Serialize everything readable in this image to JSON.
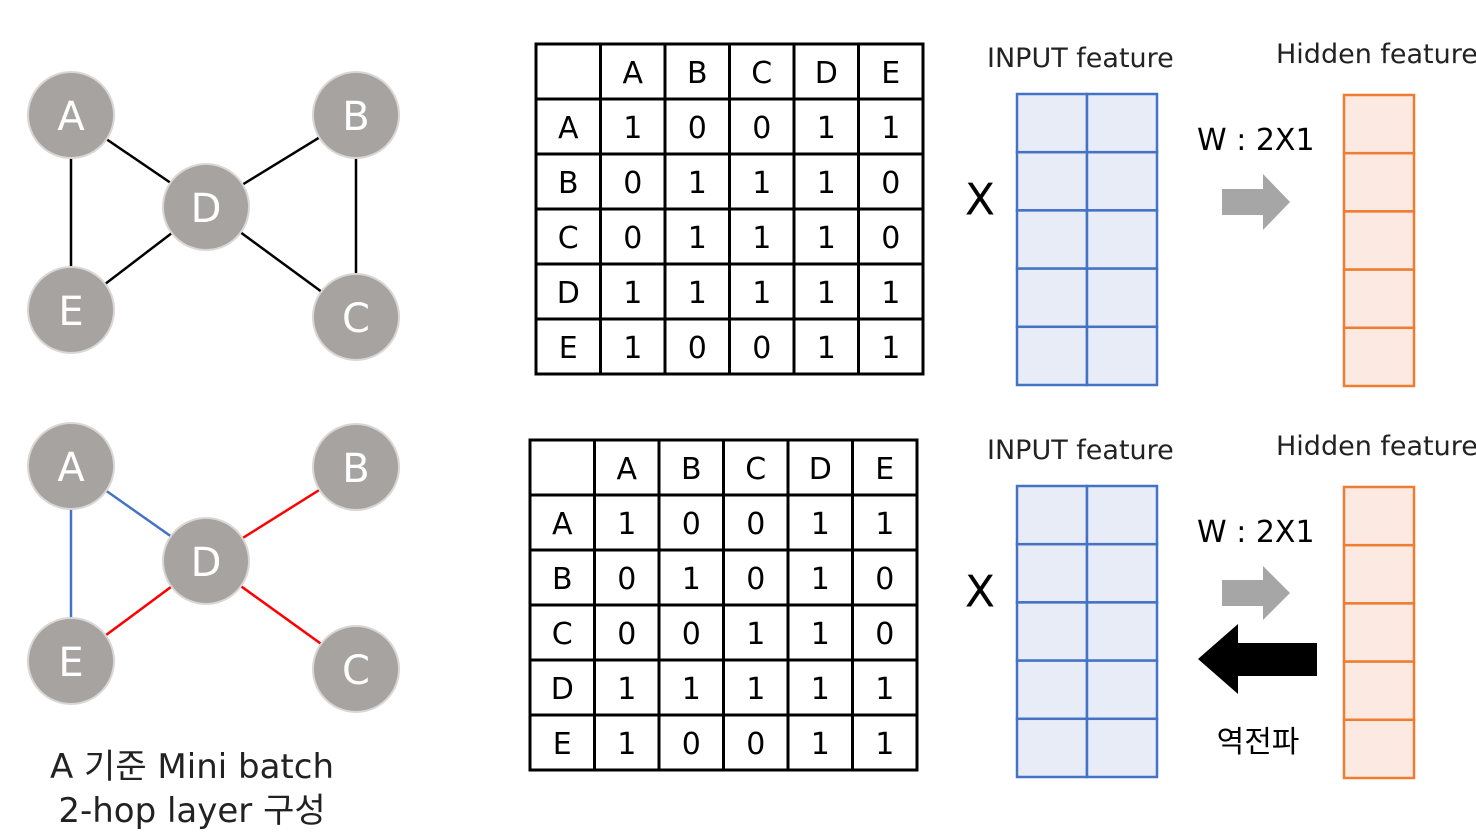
{
  "colors": {
    "node_fill": "#a7a3a1",
    "edge_default": "#000000",
    "edge_blue": "#4472c4",
    "edge_red": "#ff0000",
    "input_fill": "#e8ecf6",
    "input_stroke": "#4472c4",
    "hidden_fill": "#fbe9e2",
    "hidden_stroke": "#ed7d31",
    "gray_arrow": "#a6a6a6",
    "highlight_text": "#ff0000"
  },
  "top_graph": {
    "nodes": [
      "A",
      "B",
      "C",
      "D",
      "E"
    ],
    "edges": [
      {
        "from": "A",
        "to": "D",
        "color": "#000000"
      },
      {
        "from": "A",
        "to": "E",
        "color": "#000000"
      },
      {
        "from": "B",
        "to": "D",
        "color": "#000000"
      },
      {
        "from": "B",
        "to": "C",
        "color": "#000000"
      },
      {
        "from": "D",
        "to": "E",
        "color": "#000000"
      },
      {
        "from": "D",
        "to": "C",
        "color": "#000000"
      }
    ]
  },
  "bottom_graph": {
    "nodes": [
      "A",
      "B",
      "C",
      "D",
      "E"
    ],
    "edges": [
      {
        "from": "A",
        "to": "D",
        "color": "#4472c4"
      },
      {
        "from": "A",
        "to": "E",
        "color": "#4472c4"
      },
      {
        "from": "B",
        "to": "D",
        "color": "#ff0000"
      },
      {
        "from": "D",
        "to": "E",
        "color": "#ff0000"
      },
      {
        "from": "D",
        "to": "C",
        "color": "#ff0000"
      }
    ],
    "caption_line1": "A 기준 Mini batch",
    "caption_line2": "2-hop layer 구성"
  },
  "top_matrix": {
    "headers": [
      "A",
      "B",
      "C",
      "D",
      "E"
    ],
    "rows": [
      {
        "label": "A",
        "values": [
          "1",
          "0",
          "0",
          "1",
          "1"
        ]
      },
      {
        "label": "B",
        "values": [
          "0",
          "1",
          "1",
          "1",
          "0"
        ]
      },
      {
        "label": "C",
        "values": [
          "0",
          "1",
          "1",
          "1",
          "0"
        ]
      },
      {
        "label": "D",
        "values": [
          "1",
          "1",
          "1",
          "1",
          "1"
        ]
      },
      {
        "label": "E",
        "values": [
          "1",
          "0",
          "0",
          "1",
          "1"
        ]
      }
    ],
    "highlights": []
  },
  "bottom_matrix": {
    "headers": [
      "A",
      "B",
      "C",
      "D",
      "E"
    ],
    "rows": [
      {
        "label": "A",
        "values": [
          "1",
          "0",
          "0",
          "1",
          "1"
        ]
      },
      {
        "label": "B",
        "values": [
          "0",
          "1",
          "0",
          "1",
          "0"
        ]
      },
      {
        "label": "C",
        "values": [
          "0",
          "0",
          "1",
          "1",
          "0"
        ]
      },
      {
        "label": "D",
        "values": [
          "1",
          "1",
          "1",
          "1",
          "1"
        ]
      },
      {
        "label": "E",
        "values": [
          "1",
          "0",
          "0",
          "1",
          "1"
        ]
      }
    ],
    "highlights": [
      [
        1,
        2
      ],
      [
        2,
        1
      ]
    ]
  },
  "top_panel": {
    "multiply_symbol": "X",
    "input_title": "INPUT feature",
    "hidden_title": "Hidden feature",
    "weight_label": "W : 2X1",
    "input_rows": 5,
    "input_cols": 2,
    "hidden_rows": 5,
    "hidden_cols": 1
  },
  "bottom_panel": {
    "multiply_symbol": "X",
    "input_title": "INPUT feature",
    "hidden_title": "Hidden feature",
    "weight_label": "W : 2X1",
    "backprop_label": "역전파",
    "input_rows": 5,
    "input_cols": 2,
    "hidden_rows": 5,
    "hidden_cols": 1
  }
}
